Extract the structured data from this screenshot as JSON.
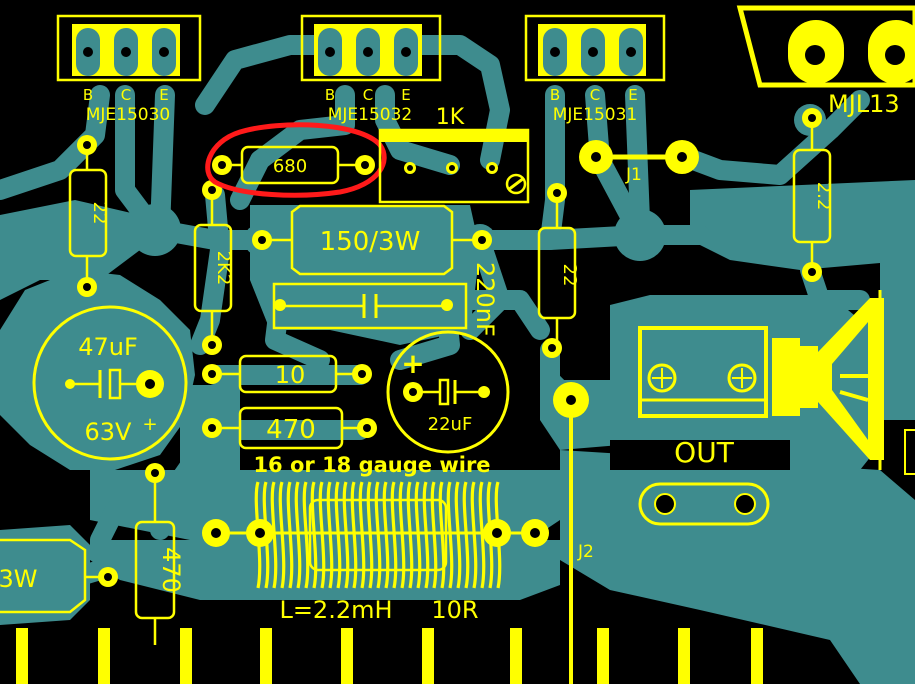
{
  "colors": {
    "background": "#000000",
    "copper": "#3e8c8e",
    "silkscreen": "#ffff00",
    "highlight": "#ff1a1a"
  },
  "transistors": [
    {
      "pins": [
        "B",
        "C",
        "E"
      ],
      "part": "MJE15030"
    },
    {
      "pins": [
        "B",
        "C",
        "E"
      ],
      "part": "MJE15032"
    },
    {
      "pins": [
        "B",
        "C",
        "E"
      ],
      "part": "MJE15031"
    },
    {
      "part": "MJL13"
    }
  ],
  "resistors": {
    "r680": "680",
    "r22_left": "22",
    "r2k2": "2K2",
    "r150": "150/3W",
    "r22_mid": "22",
    "r10": "10",
    "r470_h": "470",
    "r470_v": "470",
    "r2_2": "2.2",
    "r3w_edge": "3W"
  },
  "trimpot": {
    "label": "1K"
  },
  "capacitors": {
    "c220n": "220nF",
    "c47u_value": "47uF",
    "c47u_voltage": "63V",
    "c47u_plus": "+",
    "c22u_value": "22uF",
    "c22u_plus": "+"
  },
  "jumpers": {
    "j1": "J1",
    "j2": "J2"
  },
  "output": {
    "label": "OUT"
  },
  "inductor": {
    "note": "16 or 18 gauge wire",
    "inductance": "L=2.2mH",
    "resistor": "10R"
  }
}
